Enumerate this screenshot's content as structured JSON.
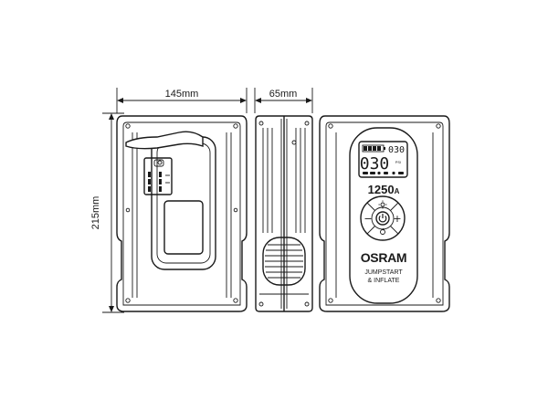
{
  "dimensions": {
    "width_label": "145mm",
    "depth_label": "65mm",
    "height_label": "215mm"
  },
  "front_panel": {
    "display_digits_big": "030",
    "display_digits_small": "030",
    "unit_label": "PSI",
    "current_label": "1250",
    "current_unit": "A",
    "minus_symbol": "−",
    "plus_symbol": "+",
    "brand_name": "OSRAM",
    "product_line_1": "JUMPSTART",
    "product_line_2": "& INFLATE"
  },
  "colors": {
    "line": "#1a1a1a",
    "background": "#ffffff"
  }
}
